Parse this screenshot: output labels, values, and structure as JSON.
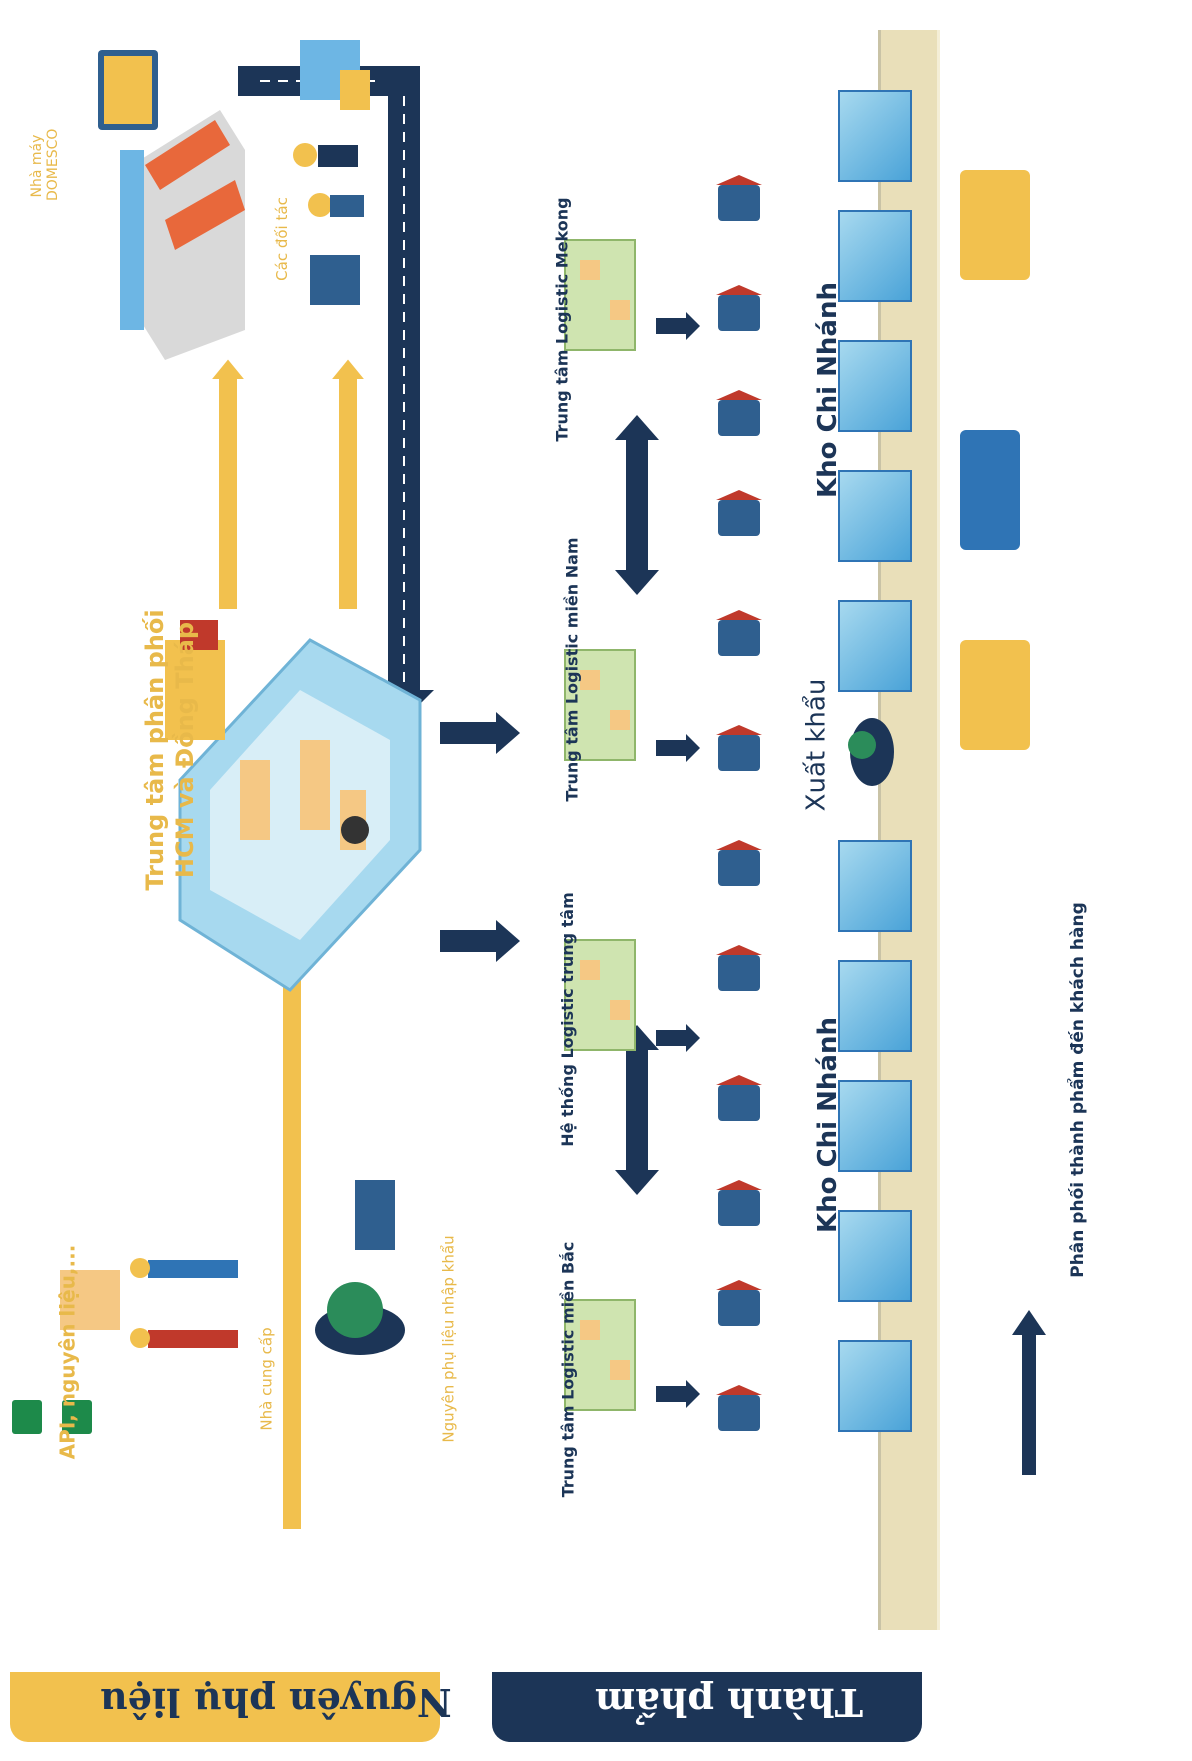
{
  "tabs": {
    "materials": "Nguyên phụ liệu",
    "finished": "Thành phẩm"
  },
  "labels": {
    "api_materials": "API, nguyên liệu,...",
    "suppliers": "Nhà cung cấp",
    "imported": "Nguyên phụ liệu nhập khẩu",
    "hub": "Trung tâm phân phối HCM và Đồng Tháp",
    "factory": "Nhà máy DOMESCO",
    "partners": "Các đối tác",
    "north": "Trung tâm Logistic miền Bắc",
    "central": "Hệ thống Logistic trung tâm",
    "south": "Trung tâm Logistic miền Nam",
    "mekong": "Trung tâm Logistic Mekong",
    "branch_1": "Kho Chi Nhánh",
    "export": "Xuất khẩu",
    "branch_2": "Kho Chi Nhánh",
    "distribution": "Phân phối thành phẩm đến khách hàng"
  },
  "colors": {
    "gold": "#f2c14e",
    "navy": "#1c3557",
    "sky": "#7ec8ea",
    "road": "#e9dfb9"
  }
}
